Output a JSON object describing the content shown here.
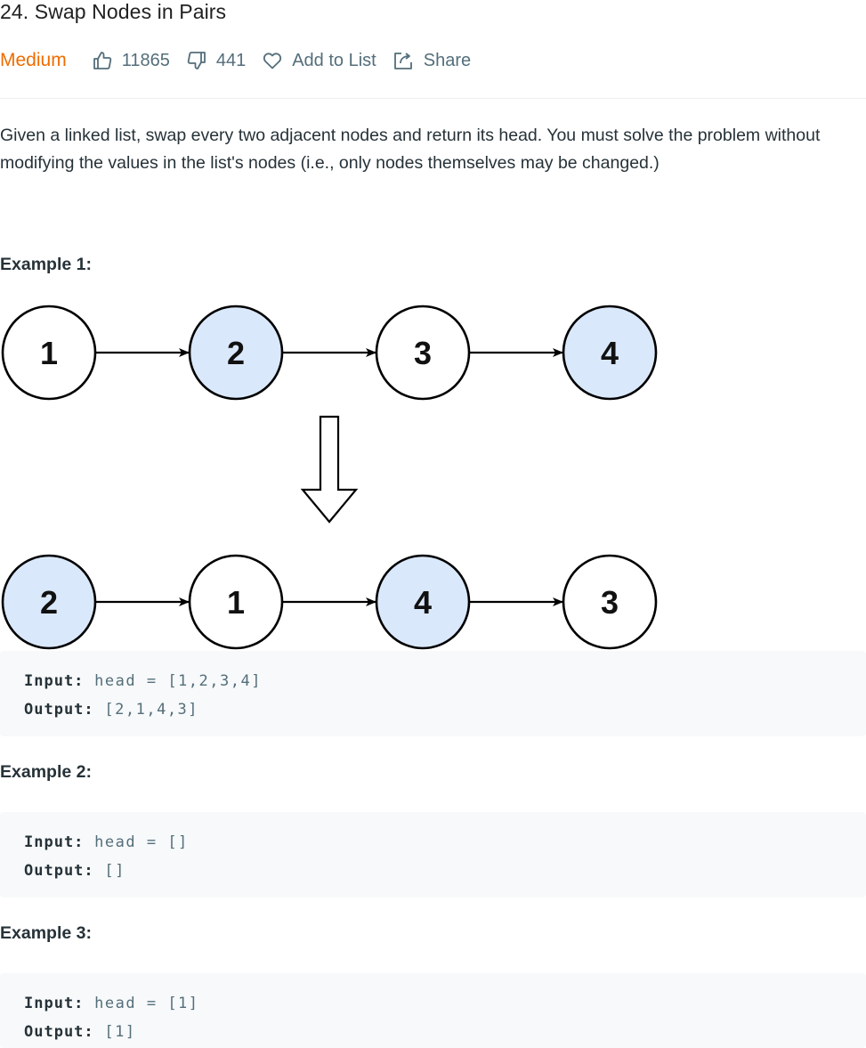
{
  "problem": {
    "title": "24. Swap Nodes in Pairs",
    "difficulty": "Medium",
    "likes": "11865",
    "dislikes": "441",
    "add_to_list_label": "Add to List",
    "share_label": "Share",
    "description": "Given a linked list, swap every two adjacent nodes and return its head. You must solve the problem without modifying the values in the list's nodes (i.e., only nodes themselves may be changed.)"
  },
  "colors": {
    "difficulty_medium": "#ef6c00",
    "highlight_node": "#dae8fc",
    "plain_node": "#ffffff"
  },
  "diagram": {
    "before": [
      {
        "value": "1",
        "highlight": false
      },
      {
        "value": "2",
        "highlight": true
      },
      {
        "value": "3",
        "highlight": false
      },
      {
        "value": "4",
        "highlight": true
      }
    ],
    "after": [
      {
        "value": "2",
        "highlight": true
      },
      {
        "value": "1",
        "highlight": false
      },
      {
        "value": "4",
        "highlight": true
      },
      {
        "value": "3",
        "highlight": false
      }
    ]
  },
  "examples": [
    {
      "title": "Example 1:",
      "input_label": "Input:",
      "input_value": "head = [1,2,3,4]",
      "output_label": "Output:",
      "output_value": "[2,1,4,3]"
    },
    {
      "title": "Example 2:",
      "input_label": "Input:",
      "input_value": "head = []",
      "output_label": "Output:",
      "output_value": "[]"
    },
    {
      "title": "Example 3:",
      "input_label": "Input:",
      "input_value": "head = [1]",
      "output_label": "Output:",
      "output_value": "[1]"
    }
  ]
}
